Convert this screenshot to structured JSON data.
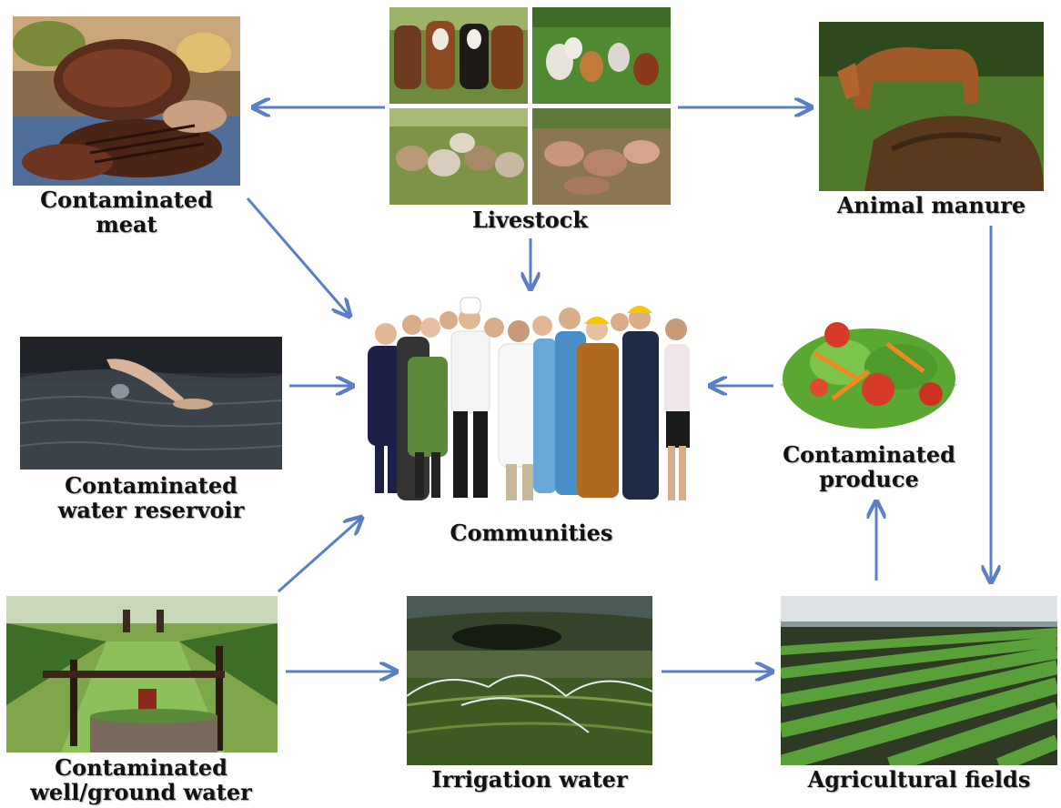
{
  "nodes": {
    "meat": {
      "lines": [
        "Contaminated",
        "meat"
      ]
    },
    "livestock": {
      "lines": [
        "Livestock"
      ]
    },
    "manure": {
      "lines": [
        "Animal manure"
      ]
    },
    "reservoir": {
      "lines": [
        "Contaminated",
        "water reservoir"
      ]
    },
    "communities": {
      "lines": [
        "Communities"
      ]
    },
    "produce": {
      "lines": [
        "Contaminated",
        "produce"
      ]
    },
    "well": {
      "lines": [
        "Contaminated",
        "well/ground water"
      ]
    },
    "irrigation": {
      "lines": [
        "Irrigation water"
      ]
    },
    "fields": {
      "lines": [
        "Agricultural fields"
      ]
    }
  },
  "edges": [
    {
      "from": "livestock",
      "to": "meat"
    },
    {
      "from": "livestock",
      "to": "manure"
    },
    {
      "from": "livestock",
      "to": "communities"
    },
    {
      "from": "meat",
      "to": "communities"
    },
    {
      "from": "manure",
      "to": "fields"
    },
    {
      "from": "reservoir",
      "to": "communities"
    },
    {
      "from": "produce",
      "to": "communities"
    },
    {
      "from": "fields",
      "to": "produce"
    },
    {
      "from": "well",
      "to": "communities"
    },
    {
      "from": "well",
      "to": "irrigation"
    },
    {
      "from": "irrigation",
      "to": "fields"
    }
  ],
  "colors": {
    "arrow": "#5b7fc4",
    "label": "#111111"
  }
}
